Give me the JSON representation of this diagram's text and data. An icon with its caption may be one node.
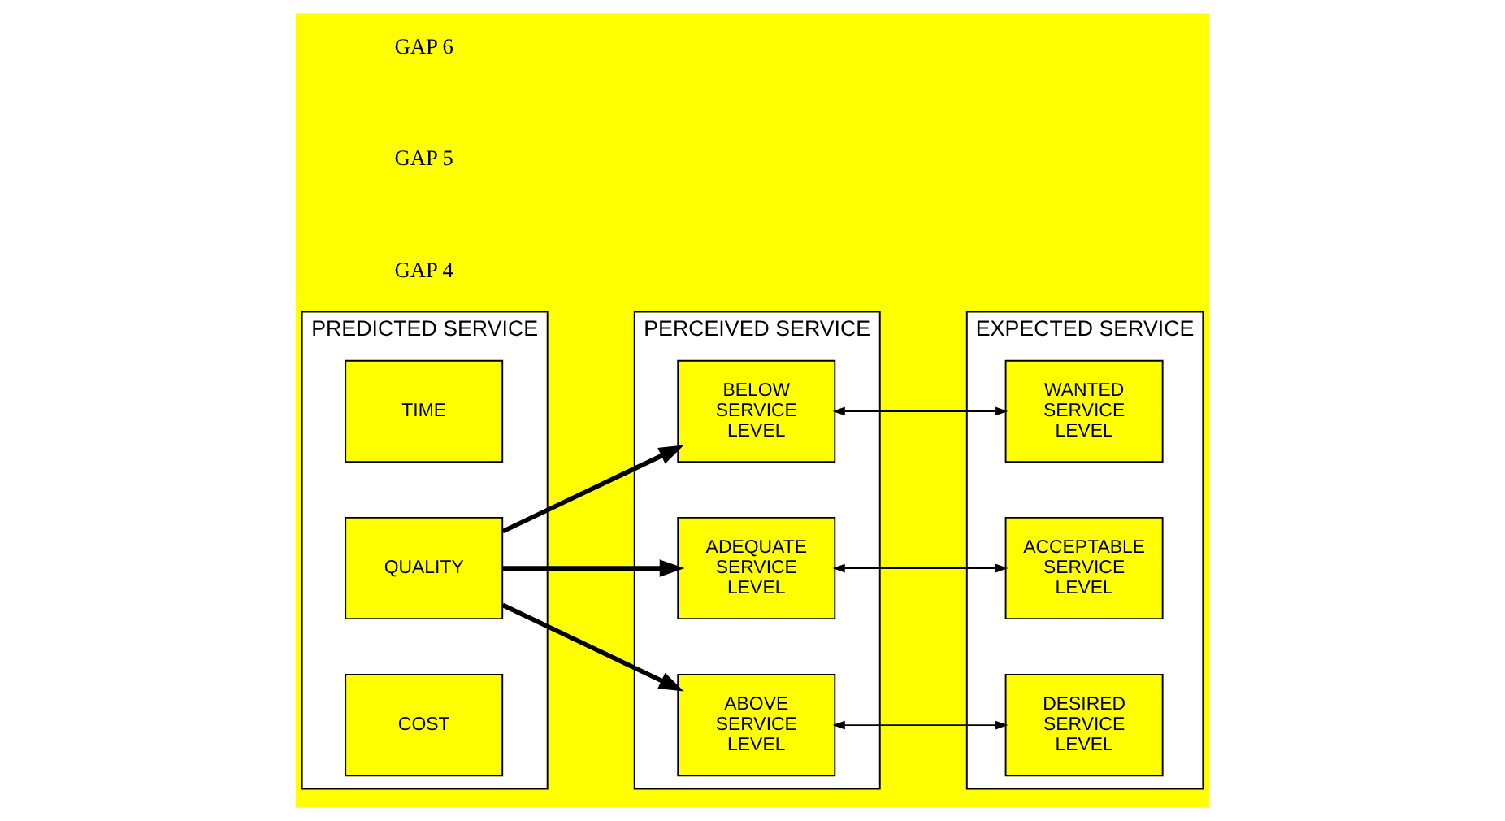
{
  "diagram": {
    "nodes": [
      {
        "text": [
          "PREDICTED SERVICE"
        ]
      },
      {
        "text": [
          "COST"
        ],
        "in": 0
      },
      {
        "text": [
          "QUALITY"
        ],
        "in": 0
      },
      {
        "text": [
          "TIME"
        ],
        "in": 0
      },
      {
        "text": [
          "PERCEIVED SERVICE"
        ]
      },
      {
        "text": [
          "ABOVE SERVICE LEVEL"
        ],
        "in": 4
      },
      {
        "text": [
          "ADEQUATE SERVICE LEVEL"
        ],
        "in": 4
      },
      {
        "text": [
          "BELOW SERVICE LEVEL"
        ],
        "in": 4
      },
      {
        "text": [
          "EXPECTED SERVICE"
        ]
      },
      {
        "text": [
          "DESIRED SERVICE LEVEL"
        ],
        "in": 8
      },
      {
        "text": [
          "ACCEPTABLE SERVICE LEVEL"
        ],
        "in": 8
      },
      {
        "text": [
          "WANTED SERVICE LEVEL"
        ],
        "in": 8
      }
    ],
    "edges": [
      {
        "from": 2,
        "to": 5,
        "arrow": "to",
        "style": "thick"
      },
      {
        "from": 2,
        "to": 6,
        "arrow": "to",
        "style": "thick"
      },
      {
        "from": 2,
        "to": 7,
        "arrow": "to",
        "style": "thick"
      },
      {
        "from": 5,
        "to": 9,
        "arrow": "both"
      },
      {
        "from": 6,
        "to": 10,
        "arrow": "both"
      },
      {
        "from": 7,
        "to": 11,
        "arrow": "both"
      }
    ],
    "labels": [
      "GAP 4",
      "GAP 5",
      "GAP 6"
    ]
  }
}
